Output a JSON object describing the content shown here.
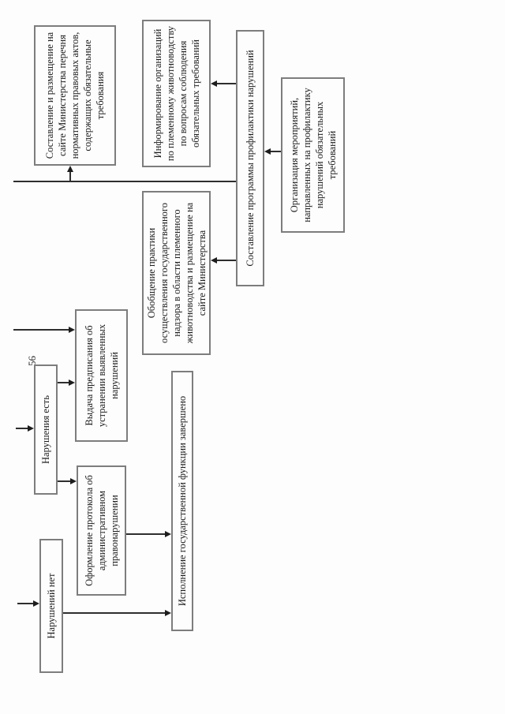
{
  "page_number": "56",
  "colors": {
    "ink": "#2e2e2e",
    "box_border": "#7d7d7d",
    "paper": "#fdfdfd"
  },
  "orientation_note": "flowchart rotated 90 degrees counterclockwise on portrait page",
  "nodes": {
    "publish_acts_list": {
      "label": "Составление и размещение на сайте Министерства перечня нормативных правовых актов, содержащих обязательные требования"
    },
    "inform_orgs": {
      "label": "Информирование организаций по племенному животноводству по вопросам соблюдения обязательных требований"
    },
    "prevention_program": {
      "label": "Составление программы профилактики нарушений"
    },
    "violations_found": {
      "label": "Нарушения есть"
    },
    "no_violations": {
      "label": "Нарушений нет"
    },
    "issue_order": {
      "label": "Выдача предписания об устранении выявленных нарушений"
    },
    "admin_protocol": {
      "label": "Оформление протокола об административном правонарушении"
    },
    "practice_review": {
      "label": "Обобщение практики осуществления государственного надзора в области племенного животноводства и размещение на сайте Министерства"
    },
    "function_complete": {
      "label": "Исполнение государственной функции завершено"
    },
    "organize_events": {
      "label": "Организация мероприятий, направленных на профилактику нарушений обязательных требований"
    }
  }
}
